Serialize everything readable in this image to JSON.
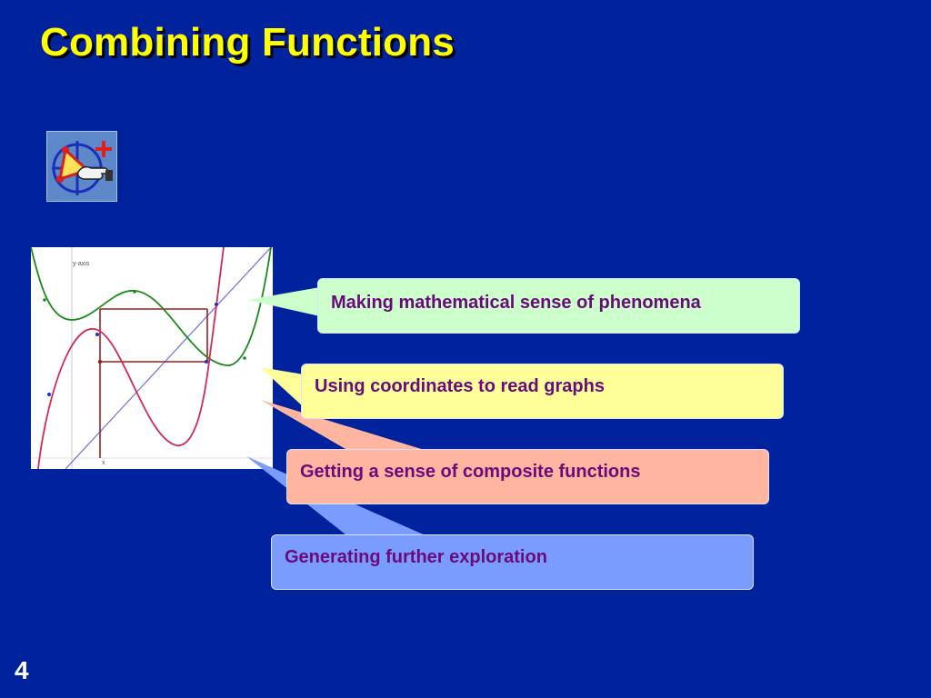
{
  "slide": {
    "title": "Combining Functions",
    "page_number": "4"
  },
  "icon": {
    "name": "geometry-tool-icon"
  },
  "graph": {
    "y_axis_label": "y-axis",
    "x_axis_label": "x"
  },
  "callouts": [
    {
      "text": "Making mathematical sense of phenomena",
      "color": "#ccffcc"
    },
    {
      "text": "Using coordinates to read graphs",
      "color": "#ffff99"
    },
    {
      "text": "Getting a sense of composite functions",
      "color": "#ffb5a0"
    },
    {
      "text": "Generating further exploration",
      "color": "#7a9cff"
    }
  ],
  "colors": {
    "background": "#00229c",
    "title": "#ffff00",
    "callout_text": "#6b0a7a",
    "green_curve": "#1a8a1a",
    "pink_curve": "#d02a5a",
    "frame_lines": "#9a1f1f",
    "diagonal": "#6f6fe0"
  }
}
